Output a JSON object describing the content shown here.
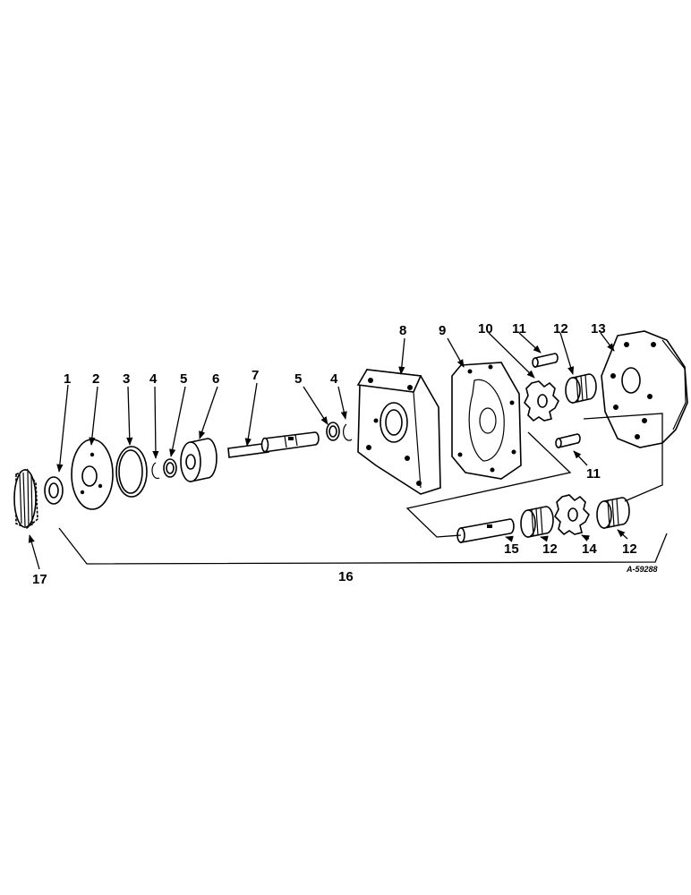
{
  "figure_code": "A-59288",
  "callouts": {
    "c1": "1",
    "c2": "2",
    "c3": "3",
    "c4a": "4",
    "c5a": "5",
    "c6": "6",
    "c7": "7",
    "c5b": "5",
    "c4b": "4",
    "c8": "8",
    "c9": "9",
    "c10": "10",
    "c11a": "11",
    "c12a": "12",
    "c13": "13",
    "c11b": "11",
    "c15": "15",
    "c12b": "12",
    "c14": "14",
    "c12c": "12",
    "c16": "16",
    "c17": "17"
  }
}
